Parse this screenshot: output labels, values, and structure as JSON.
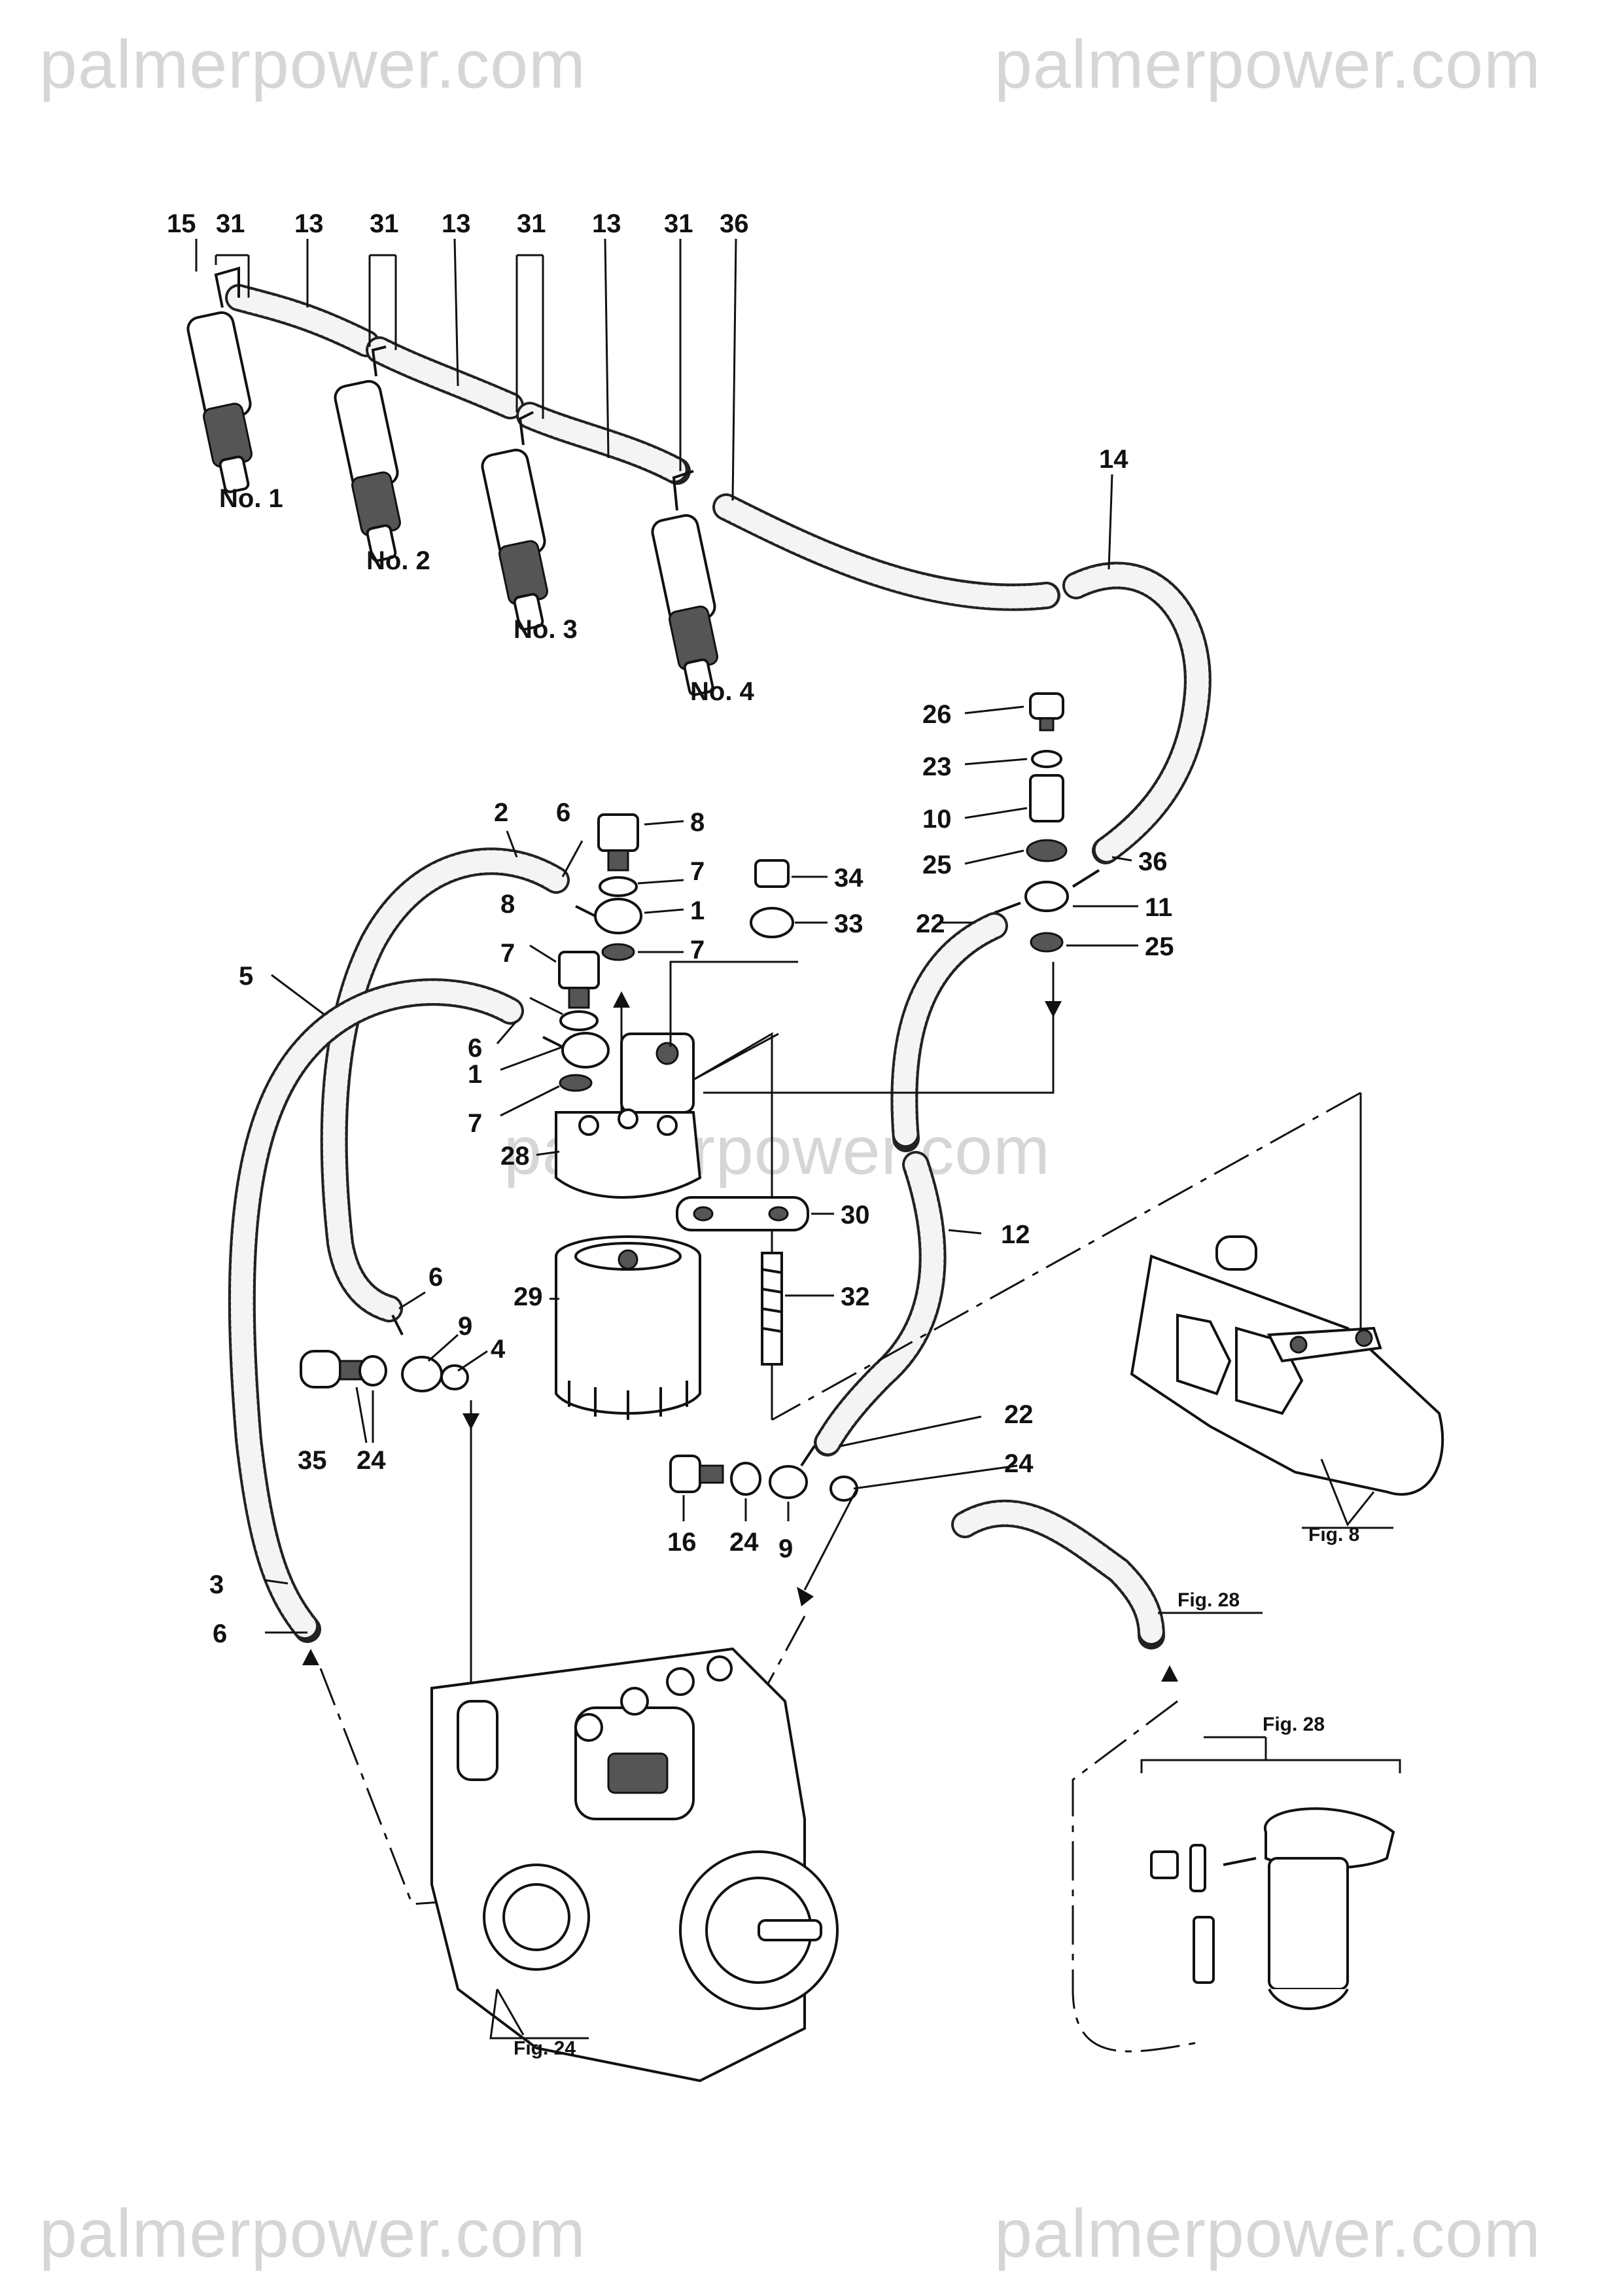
{
  "watermark": {
    "top_left": "palmerpower.com",
    "top_right": "palmerpower.com",
    "center": "palmerpower.com",
    "bottom_left": "palmerpower.com",
    "bottom_right": "palmerpower.com"
  },
  "nozzles": [
    {
      "label": "No. 1"
    },
    {
      "label": "No. 2"
    },
    {
      "label": "No. 3"
    },
    {
      "label": "No. 4"
    }
  ],
  "callouts": {
    "c15": "15",
    "c31a": "31",
    "c13a": "13",
    "c31b": "31",
    "c13b": "13",
    "c31c": "31",
    "c13c": "13",
    "c31d": "31",
    "c36a": "36",
    "c14": "14",
    "c26": "26",
    "c23": "23",
    "c10": "10",
    "c25a": "25",
    "c36b": "36",
    "c11": "11",
    "c22a": "22",
    "c25b": "25",
    "c2": "2",
    "c6a": "6",
    "c8a": "8",
    "c7a": "7",
    "c1a": "1",
    "c7b": "7",
    "c34": "34",
    "c33": "33",
    "c8b": "8",
    "c7c": "7",
    "c5": "5",
    "c6b": "6",
    "c1b": "1",
    "c7d": "7",
    "c28": "28",
    "c30": "30",
    "c12": "12",
    "c29": "29",
    "c32": "32",
    "c6c": "6",
    "c9a": "9",
    "c4": "4",
    "c35": "35",
    "c24a": "24",
    "c22b": "22",
    "c24b": "24",
    "c16": "16",
    "c24c": "24",
    "c9b": "9",
    "c3": "3",
    "c6d": "6"
  },
  "figure_refs": {
    "fig8": "Fig. 8",
    "fig28a": "Fig. 28",
    "fig28b": "Fig. 28",
    "fig24": "Fig. 24"
  },
  "icons": [
    "nozzle-icon",
    "fuel-filter-icon",
    "injection-pump-icon",
    "intake-manifold-icon",
    "sediment-bowl-icon",
    "flow-arrow-icon"
  ]
}
